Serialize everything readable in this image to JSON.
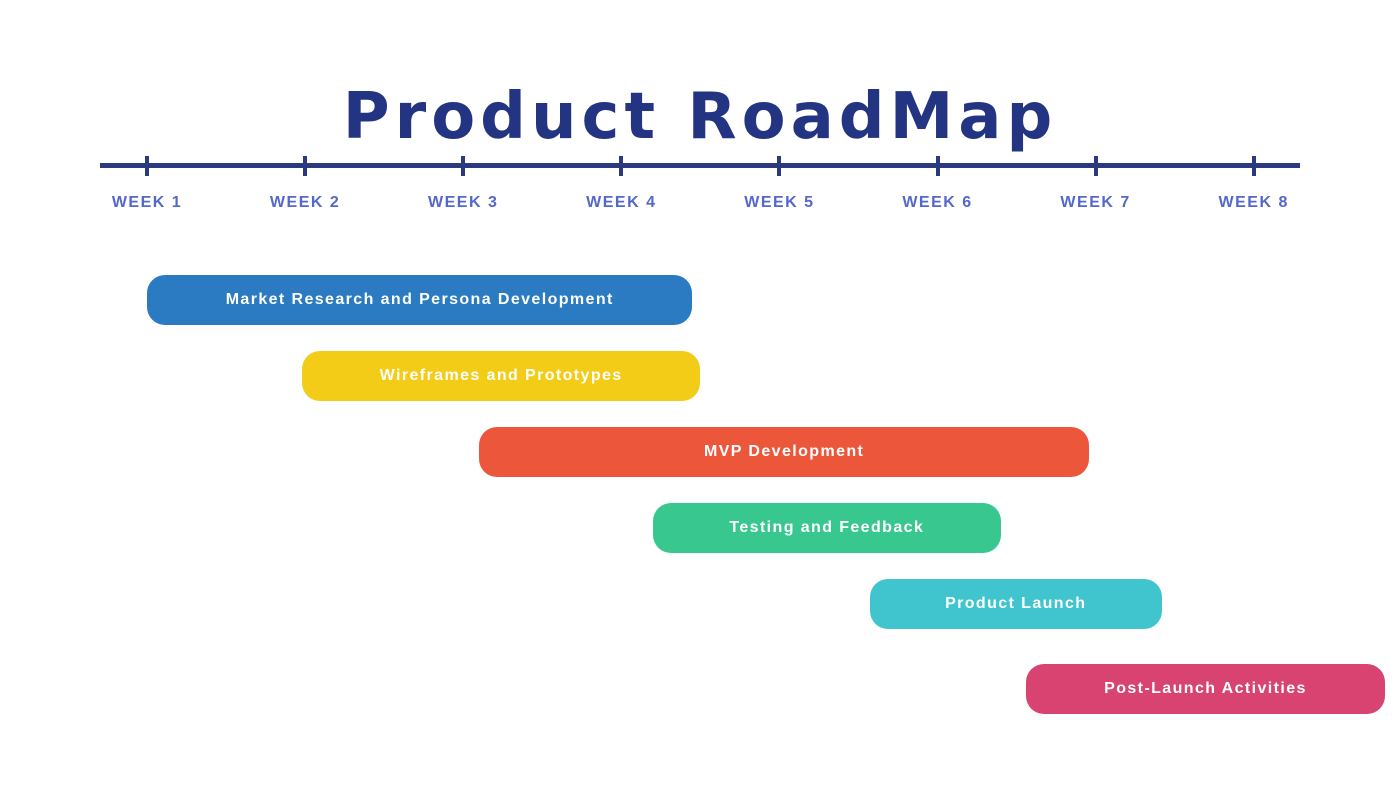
{
  "title": "Product RoadMap",
  "colors": {
    "title": "#233582",
    "axis": "#2b3a80",
    "week_label": "#5468cc"
  },
  "weeks": [
    "WEEK 1",
    "WEEK 2",
    "WEEK 3",
    "WEEK 4",
    "WEEK 5",
    "WEEK 6",
    "WEEK 7",
    "WEEK 8"
  ],
  "tasks": [
    {
      "label": "Market Research and Persona Development",
      "start_week": 1.0,
      "end_week": 4.45,
      "color": "#2a7bc2"
    },
    {
      "label": "Wireframes and Prototypes",
      "start_week": 1.98,
      "end_week": 4.5,
      "color": "#f2cc16"
    },
    {
      "label": "MVP Development",
      "start_week": 3.1,
      "end_week": 6.96,
      "color": "#ec573c"
    },
    {
      "label": "Testing and Feedback",
      "start_week": 4.2,
      "end_week": 6.4,
      "color": "#38c88f"
    },
    {
      "label": "Product Launch",
      "start_week": 5.57,
      "end_week": 7.42,
      "color": "#40c4cd"
    },
    {
      "label": "Post-Launch Activities",
      "start_week": 6.56,
      "end_week": 8.83,
      "color": "#d84371"
    }
  ]
}
